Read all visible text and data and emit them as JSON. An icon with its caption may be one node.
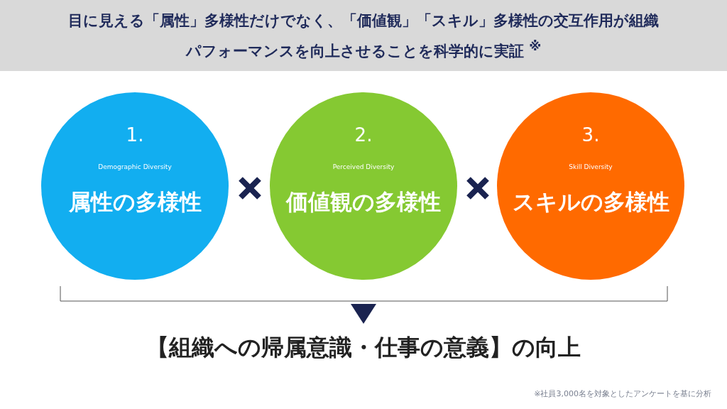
{
  "diagram": {
    "title": "目に見える「属性」多様性だけでなく、「価値観」「スキル」多様性の交互作用が組織パフォーマンスを向上させることを科学的に実証 $^{※}$",
    "nodes": [
      {
        "text": [
          "1.",
          "Demographic Diversity",
          "属性の多様性"
        ]
      },
      {
        "text": [
          "2.",
          "Perceived Diversity",
          "価値観の多様性"
        ]
      },
      {
        "text": [
          "3.",
          "Skill Diversity",
          "スキルの多様性"
        ]
      }
    ],
    "labels": [
      "【組織への帰属意識・仕事の意義】の向上",
      "※社員3,000名を対象としたアンケートを基に分析"
    ]
  }
}
